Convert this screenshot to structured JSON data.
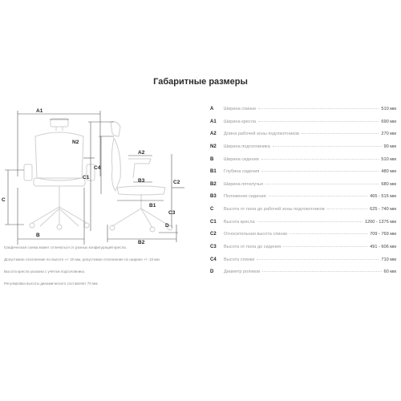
{
  "title": "Габаритные размеры",
  "diagram_labels": {
    "A1": "A1",
    "N2": "N2",
    "C": "C",
    "B": "B",
    "C1": "C1",
    "C4": "C4",
    "A2": "A2",
    "B3": "B3",
    "B1": "B1",
    "C2": "C2",
    "C3": "C3",
    "D": "D",
    "B2": "B2"
  },
  "notes": [
    "Графическая схема может отличаться от разных конфигураций кресла.",
    "Допустимое отклонение по высоте +/- 20 мм, допустимое отклонение по ширине +/- 10 мм.",
    "Высота кресла указана с учётом подголовника.",
    "Регулировка высоты динамического составляет 70 мм."
  ],
  "specs": [
    {
      "code": "A",
      "name": "Ширина спинки",
      "value": "510 мм"
    },
    {
      "code": "A1",
      "name": "Ширина кресла",
      "value": "690 мм"
    },
    {
      "code": "A2",
      "name": "Длина рабочей зоны подлокотников",
      "value": "270 мм"
    },
    {
      "code": "N2",
      "name": "Ширина подголовника",
      "value": "90 мм"
    },
    {
      "code": "B",
      "name": "Ширина сидения",
      "value": "510 мм"
    },
    {
      "code": "B1",
      "name": "Глубина сидения",
      "value": "480 мм"
    },
    {
      "code": "B2",
      "name": "Ширина пятилучья",
      "value": "680 мм"
    },
    {
      "code": "B3",
      "name": "Положение сидения",
      "value": "465 - 515 мм"
    },
    {
      "code": "C",
      "name": "Высота от пола до рабочей зоны подлокотников",
      "value": "625 - 740 мм"
    },
    {
      "code": "C1",
      "name": "Высота кресла",
      "value": "1200 - 1375 мм"
    },
    {
      "code": "C2",
      "name": "Относительная высота спинки",
      "value": "709 - 769 мм"
    },
    {
      "code": "C3",
      "name": "Высота от пола до сидения",
      "value": "491 - 606 мм"
    },
    {
      "code": "C4",
      "name": "Высота спинки",
      "value": "710 мм"
    },
    {
      "code": "D",
      "name": "Диаметр роликов",
      "value": "60 мм"
    }
  ]
}
